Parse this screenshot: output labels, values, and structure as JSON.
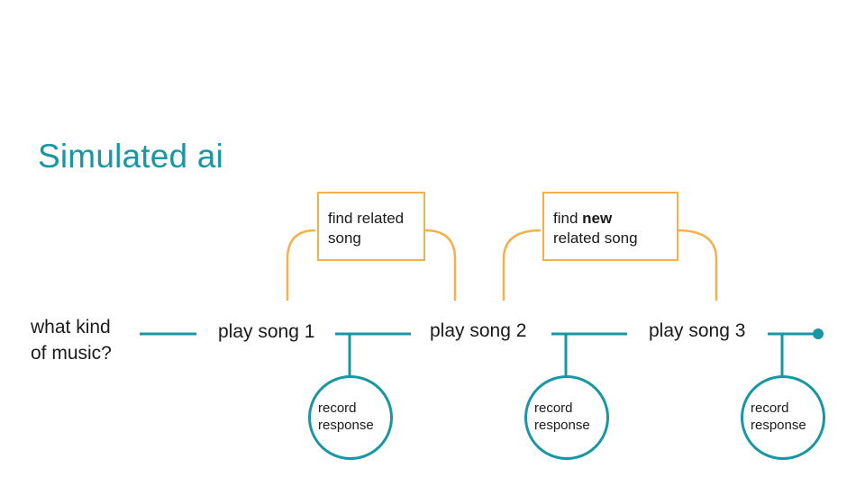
{
  "title": "Simulated ai",
  "question": {
    "line1": "what kind",
    "line2": "of music?"
  },
  "steps": [
    {
      "label": "play song 1",
      "response": {
        "line1": "record",
        "line2": "response"
      }
    },
    {
      "label": "play song 2",
      "response": {
        "line1": "record",
        "line2": "response"
      }
    },
    {
      "label": "play song 3",
      "response": {
        "line1": "record",
        "line2": "response"
      }
    }
  ],
  "actions": [
    {
      "pre": "find related",
      "emph": "",
      "post": "song"
    },
    {
      "pre": "find ",
      "emph": "new",
      "post": "related song"
    }
  ],
  "colors": {
    "teal": "#1797a3",
    "orange": "#f4b04b"
  }
}
